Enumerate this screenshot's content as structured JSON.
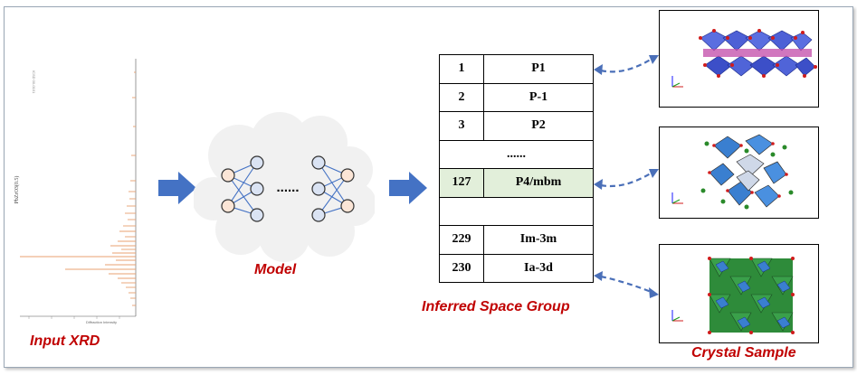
{
  "captions": {
    "input_xrd": "Input XRD",
    "model": "Model",
    "inferred_space_group": "Inferred Space Group",
    "crystal_sample": "Crystal Sample"
  },
  "xrd_plot": {
    "ylabel": "PbZrO3(0.5)",
    "xlabel": "Diffraction Intensity",
    "legend": "ICSD 00-0101"
  },
  "network": {
    "ellipsis": "......"
  },
  "space_group_table": {
    "rows": [
      {
        "num": "1",
        "name": "P1"
      },
      {
        "num": "2",
        "name": "P-1"
      },
      {
        "num": "3",
        "name": "P2"
      },
      {
        "num": "",
        "name": "......"
      },
      {
        "num": "127",
        "name": "P4/mbm"
      },
      {
        "num": "",
        "name": ""
      },
      {
        "num": "229",
        "name": "Im-3m"
      },
      {
        "num": "230",
        "name": "Ia-3d"
      }
    ],
    "highlight_index": 4,
    "highlight_color": "#e2efda"
  },
  "colors": {
    "caption_red": "#c00000",
    "flow_arrow_blue": "#4472c4",
    "dashed_arrow_blue": "#4a6fb8",
    "xrd_peaks_orange": "#e8a070",
    "neuron_orange": "#fbe5d6",
    "neuron_blue": "#dae3f3"
  }
}
